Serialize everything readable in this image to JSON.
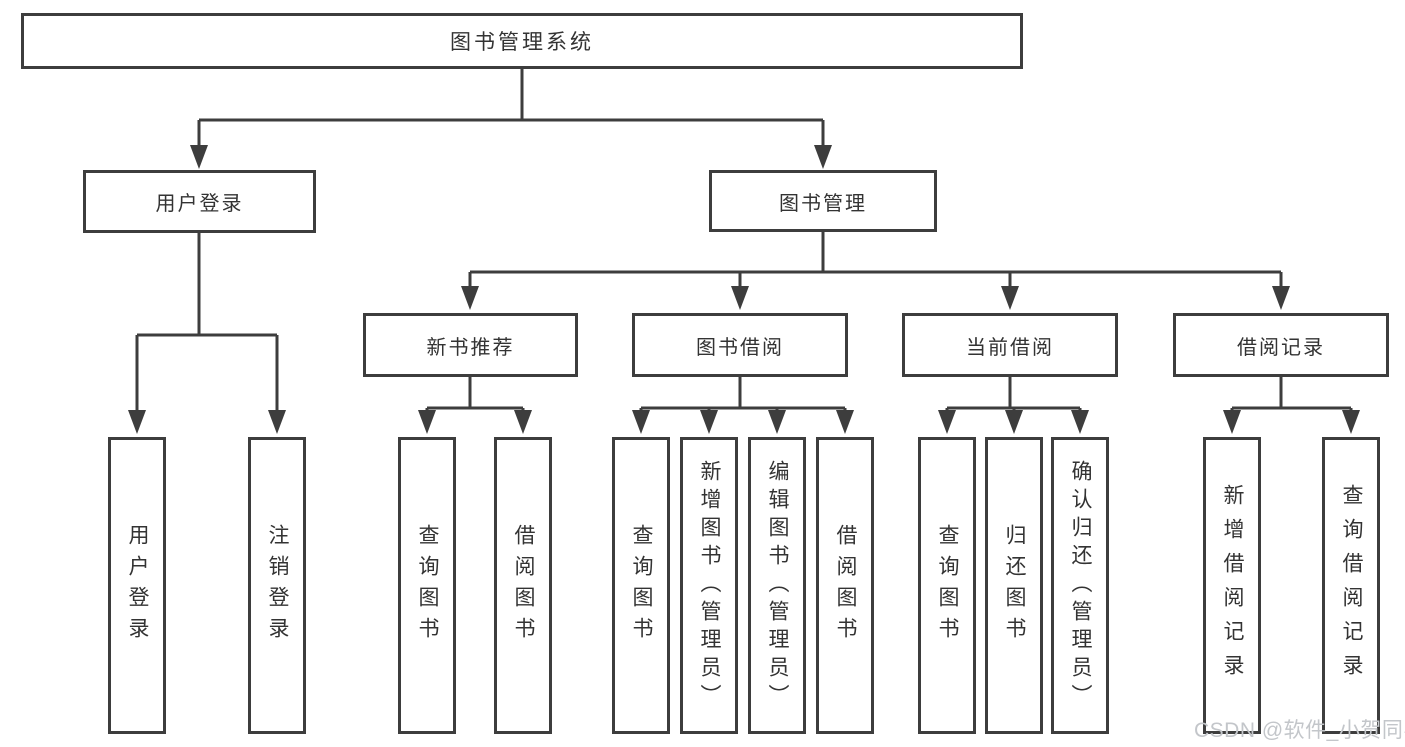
{
  "title": "图书管理系统",
  "watermark": "CSDN @软件_小贺同学",
  "colors": {
    "line": "#3d3d3d",
    "text": "#333333",
    "background": "#ffffff",
    "watermark": "#c3c6ca"
  },
  "chart_data": {
    "type": "table",
    "note": "hierarchy mirrored in tree"
  },
  "tree": {
    "label": "图书管理系统",
    "children": [
      {
        "label": "用户登录",
        "children": [
          {
            "label": "用户登录"
          },
          {
            "label": "注销登录"
          }
        ]
      },
      {
        "label": "图书管理",
        "children": [
          {
            "label": "新书推荐",
            "children": [
              {
                "label": "查询图书"
              },
              {
                "label": "借阅图书"
              }
            ]
          },
          {
            "label": "图书借阅",
            "children": [
              {
                "label": "查询图书"
              },
              {
                "label": "新增图书（管理员）"
              },
              {
                "label": "编辑图书（管理员）"
              },
              {
                "label": "借阅图书"
              }
            ]
          },
          {
            "label": "当前借阅",
            "children": [
              {
                "label": "查询图书"
              },
              {
                "label": "归还图书"
              },
              {
                "label": "确认归还（管理员）"
              }
            ]
          },
          {
            "label": "借阅记录",
            "children": [
              {
                "label": "新增借阅记录"
              },
              {
                "label": "查询借阅记录"
              }
            ]
          }
        ]
      }
    ]
  }
}
